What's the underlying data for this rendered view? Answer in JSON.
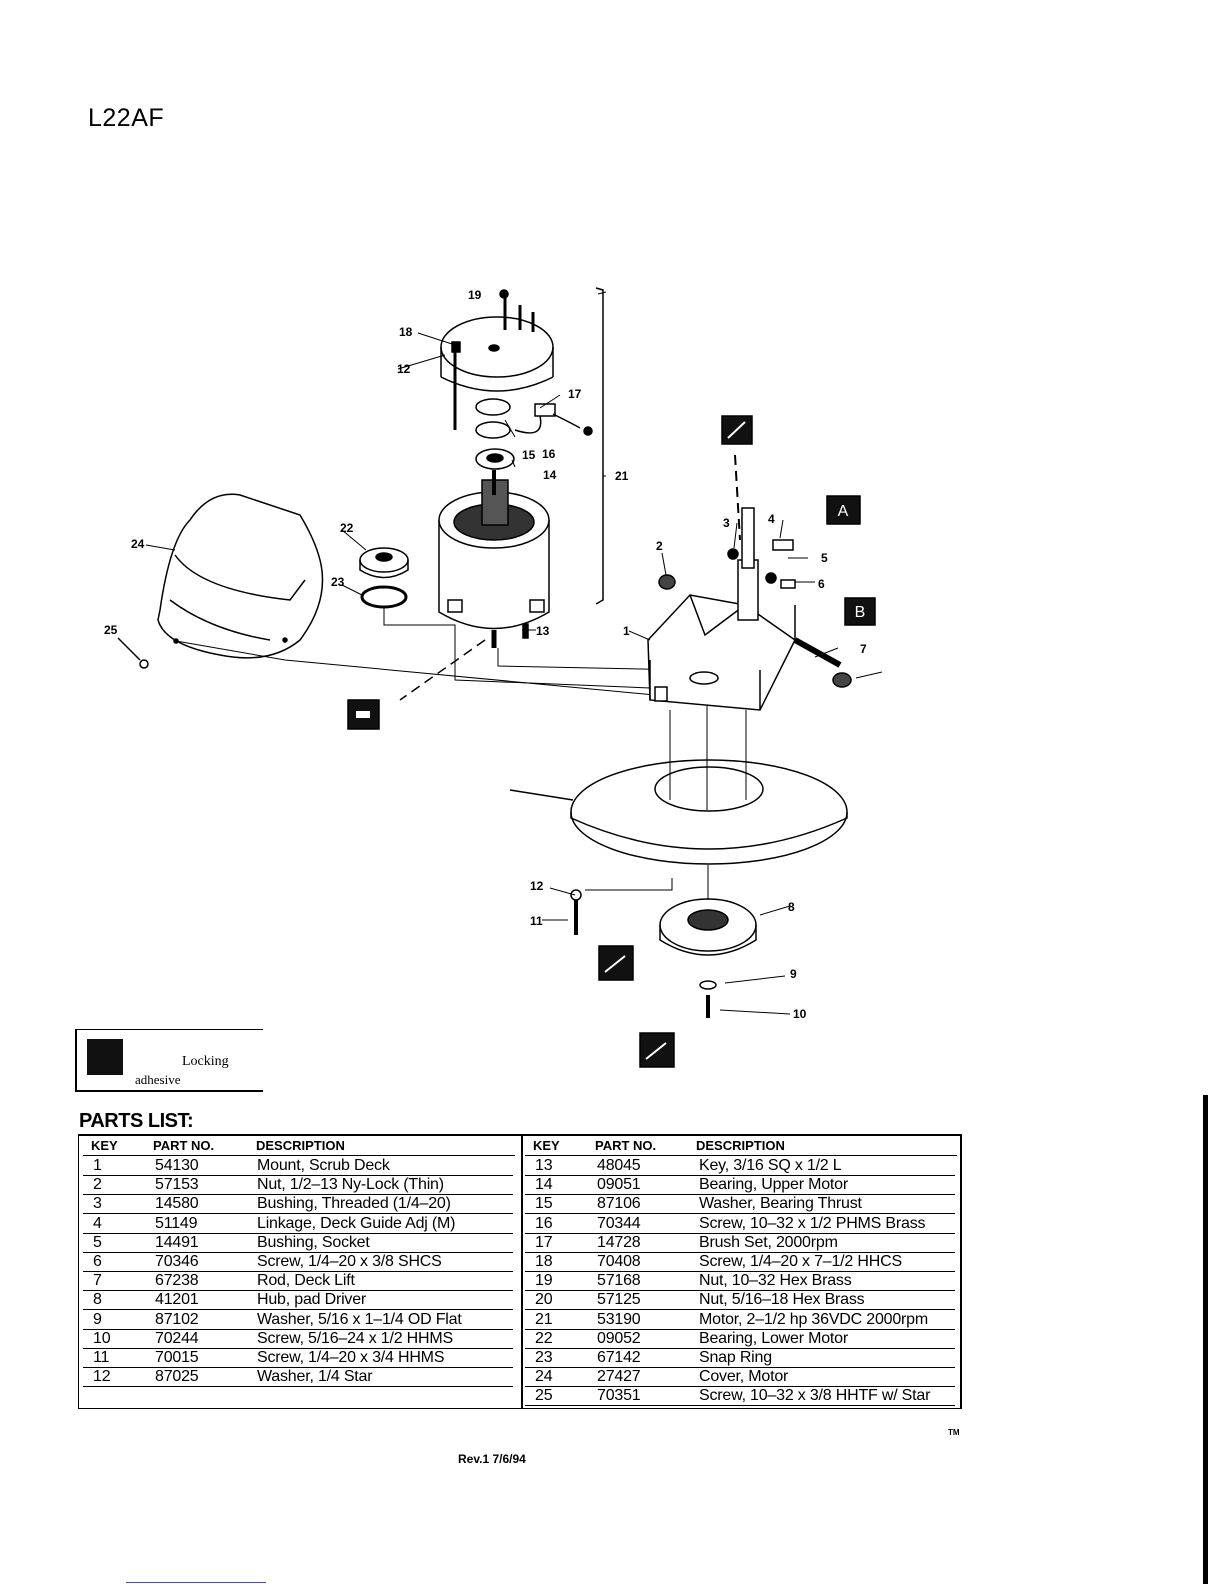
{
  "model": "L22AF",
  "legend": {
    "line1": "Locking",
    "line2": "adhesive",
    "icon": "applicator-icon"
  },
  "diagram": {
    "callouts": [
      "19",
      "18",
      "12",
      "17",
      "15",
      "16",
      "14",
      "21",
      "22",
      "24",
      "23",
      "25",
      "13",
      "2",
      "3",
      "4",
      "5",
      "6",
      "1",
      "7",
      "12",
      "11",
      "8",
      "9",
      "10"
    ],
    "marker_labels": [
      "A",
      "B"
    ]
  },
  "parts_list": {
    "title": "PARTS LIST:",
    "headers": {
      "key": "KEY",
      "part_no": "PART NO.",
      "description": "DESCRIPTION"
    },
    "left": [
      {
        "key": "1",
        "part": "54130",
        "desc": "Mount, Scrub Deck"
      },
      {
        "key": "2",
        "part": "57153",
        "desc": "Nut, 1/2–13 Ny-Lock (Thin)"
      },
      {
        "key": "3",
        "part": "14580",
        "desc": "Bushing, Threaded (1/4–20)"
      },
      {
        "key": "4",
        "part": "51149",
        "desc": "Linkage, Deck Guide Adj (M)"
      },
      {
        "key": "5",
        "part": "14491",
        "desc": "Bushing, Socket"
      },
      {
        "key": "6",
        "part": "70346",
        "desc": "Screw, 1/4–20 x 3/8 SHCS"
      },
      {
        "key": "7",
        "part": "67238",
        "desc": "Rod, Deck Lift"
      },
      {
        "key": "8",
        "part": "41201",
        "desc": "Hub, pad Driver"
      },
      {
        "key": "9",
        "part": "87102",
        "desc": "Washer, 5/16 x 1–1/4 OD Flat"
      },
      {
        "key": "10",
        "part": "70244",
        "desc": "Screw, 5/16–24 x 1/2 HHMS"
      },
      {
        "key": "11",
        "part": "70015",
        "desc": "Screw, 1/4–20 x 3/4 HHMS"
      },
      {
        "key": "12",
        "part": "87025",
        "desc": "Washer, 1/4 Star"
      }
    ],
    "right": [
      {
        "key": "13",
        "part": "48045",
        "desc": "Key, 3/16 SQ x 1/2 L"
      },
      {
        "key": "14",
        "part": "09051",
        "desc": "Bearing, Upper Motor"
      },
      {
        "key": "15",
        "part": "87106",
        "desc": "Washer, Bearing Thrust"
      },
      {
        "key": "16",
        "part": "70344",
        "desc": "Screw, 10–32 x 1/2 PHMS Brass"
      },
      {
        "key": "17",
        "part": "14728",
        "desc": "Brush Set, 2000rpm"
      },
      {
        "key": "18",
        "part": "70408",
        "desc": "Screw, 1/4–20 x 7–1/2 HHCS"
      },
      {
        "key": "19",
        "part": "57168",
        "desc": "Nut, 10–32 Hex Brass"
      },
      {
        "key": "20",
        "part": "57125",
        "desc": "Nut, 5/16–18 Hex Brass"
      },
      {
        "key": "21",
        "part": "53190",
        "desc": "Motor, 2–1/2 hp 36VDC 2000rpm"
      },
      {
        "key": "22",
        "part": "09052",
        "desc": "Bearing, Lower Motor"
      },
      {
        "key": "23",
        "part": "67142",
        "desc": "Snap Ring"
      },
      {
        "key": "24",
        "part": "27427",
        "desc": "Cover, Motor"
      },
      {
        "key": "25",
        "part": "70351",
        "desc": "Screw, 10–32 x 3/8 HHTF w/ Star"
      }
    ]
  },
  "footer": {
    "trademark": "TM",
    "revision": "Rev.1 7/6/94"
  }
}
